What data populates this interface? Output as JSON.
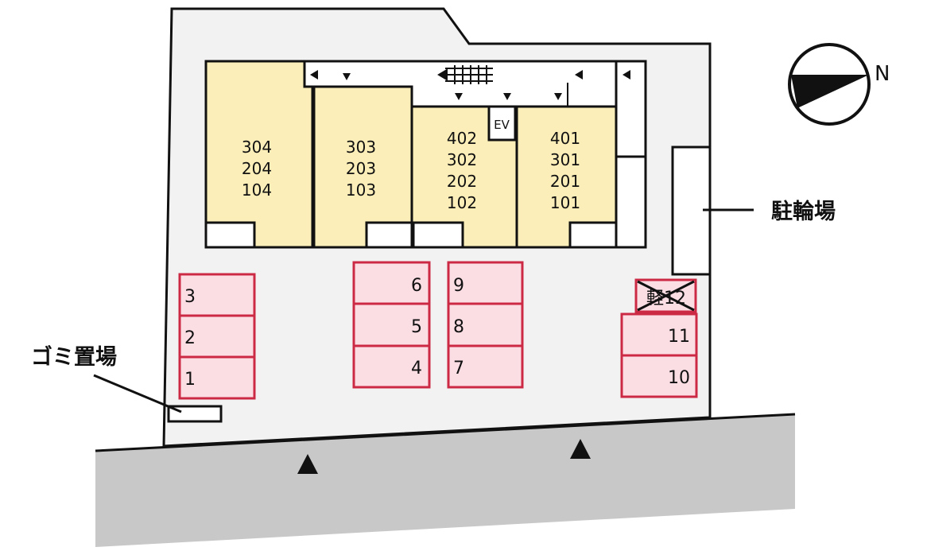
{
  "colors": {
    "lot": "#f2f2f2",
    "road": "#c8c8c8",
    "unit_fill": "#fbeeb8",
    "slot_fill": "#fbdde4",
    "slot_stroke": "#cc2a44",
    "line": "#111111"
  },
  "compass": {
    "label": "N",
    "icon": "compass-arrow-icon"
  },
  "labels": {
    "bicycle_parking": "駐輪場",
    "garbage_area": "ゴミ置場",
    "elevator": "EV"
  },
  "units": [
    {
      "id": "unit-a",
      "rooms": [
        "304",
        "204",
        "104"
      ]
    },
    {
      "id": "unit-b",
      "rooms": [
        "303",
        "203",
        "103"
      ]
    },
    {
      "id": "unit-c",
      "rooms": [
        "402",
        "302",
        "202",
        "102"
      ]
    },
    {
      "id": "unit-d",
      "rooms": [
        "401",
        "301",
        "201",
        "101"
      ]
    }
  ],
  "parking": {
    "left_column": [
      "3",
      "2",
      "1"
    ],
    "center_left_column": [
      "6",
      "5",
      "4"
    ],
    "center_right_column": [
      "9",
      "8",
      "7"
    ],
    "right_column": [
      "11",
      "10"
    ],
    "crossed_out": {
      "label": "軽12",
      "status": "unavailable"
    }
  },
  "road": {
    "entrance_marker": "entrance-arrow-icon",
    "count": 2
  }
}
